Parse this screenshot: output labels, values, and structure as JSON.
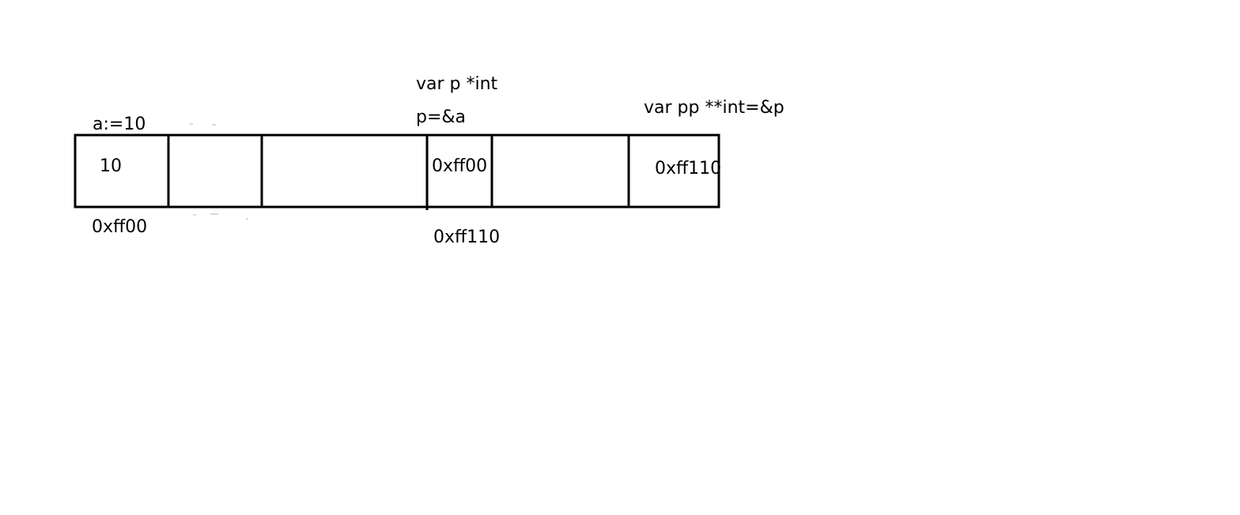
{
  "labels": {
    "a_declaration": "a:=10",
    "p_declaration": "var p *int",
    "p_assignment": "p=&a",
    "pp_declaration": "var pp **int=&p",
    "a_value": "10",
    "p_value": "0xff00",
    "pp_value": "0xff110",
    "a_address": "0xff00",
    "p_address": "0xff110"
  },
  "colors": {
    "stroke": "#000000",
    "background": "#ffffff"
  }
}
